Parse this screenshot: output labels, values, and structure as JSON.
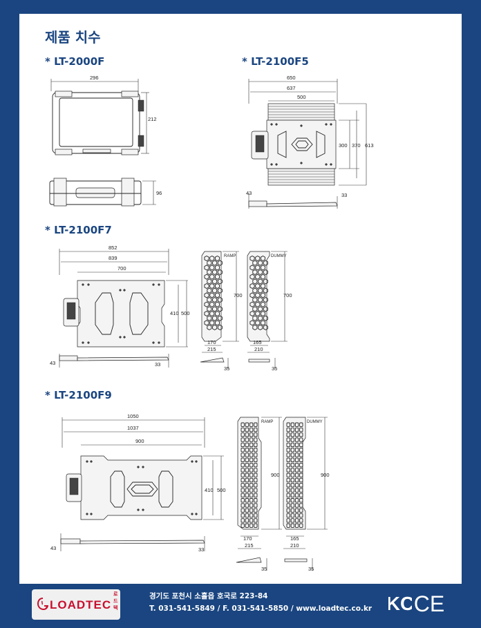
{
  "title": "제품 치수",
  "sections": [
    {
      "label": "* LT-2000F"
    },
    {
      "label": "* LT-2100F5"
    },
    {
      "label": "* LT-2100F7"
    },
    {
      "label": "* LT-2100F9"
    }
  ],
  "lt2000f": {
    "width": "296",
    "height": "212",
    "depth": "96"
  },
  "lt2100f5": {
    "d1": "650",
    "d2": "637",
    "d3": "500",
    "h1": "300",
    "h2": "370",
    "h3": "613",
    "side_left": "43",
    "side_right": "33"
  },
  "lt2100f7": {
    "d1": "852",
    "d2": "839",
    "d3": "700",
    "h1": "410",
    "h2": "500",
    "side_left": "43",
    "side_right": "33",
    "ramp_label": "RAMP",
    "dummy_label": "DUMMY",
    "ramp_len": "700",
    "dummy_len": "700",
    "ramp_w1": "170",
    "ramp_w2": "215",
    "dummy_w1": "165",
    "dummy_w2": "210",
    "ramp_t": "35",
    "dummy_t": "35"
  },
  "lt2100f9": {
    "d1": "1050",
    "d2": "1037",
    "d3": "900",
    "h1": "410",
    "h2": "500",
    "side_left": "43",
    "side_right": "33",
    "ramp_label": "RAMP",
    "dummy_label": "DUMMY",
    "ramp_len": "900",
    "dummy_len": "900",
    "ramp_w1": "170",
    "ramp_w2": "215",
    "dummy_w1": "165",
    "dummy_w2": "210",
    "ramp_t": "35",
    "dummy_t": "35"
  },
  "footer": {
    "logo_ko": "로드텍",
    "logo_en": "LOADTEC",
    "address": "경기도 포천시 소흘읍 호국로 223-84",
    "contact": "T. 031-541-5849  /  F. 031-541-5850  /  www.loadtec.co.kr",
    "cert_kc": "KC",
    "cert_ce": "CE"
  },
  "colors": {
    "brand": "#1a4580",
    "logo_red": "#c8102e"
  }
}
